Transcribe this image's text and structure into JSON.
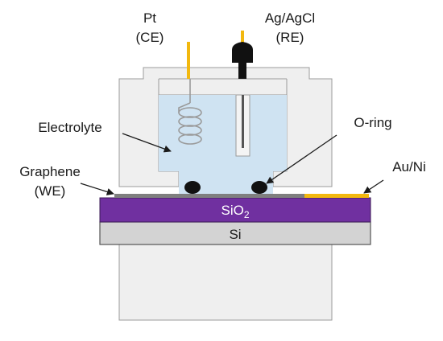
{
  "diagram": {
    "labels": {
      "pt_line1": "Pt",
      "pt_line2": "(CE)",
      "ref_line1": "Ag/AgCl",
      "ref_line2": "(RE)",
      "electrolyte": "Electrolyte",
      "oring": "O-ring",
      "graphene_line1": "Graphene",
      "graphene_line2": "(WE)",
      "auni": "Au/Ni",
      "sio2_main": "SiO",
      "sio2_sub": "2",
      "si": "Si"
    },
    "colors": {
      "cell_body": "#efefef",
      "cell_outline": "#9b9b9b",
      "electrolyte": "#cfe3f2",
      "sio2": "#7030a0",
      "si": "#d3d3d3",
      "graphene": "#7f7f7f",
      "gold_contact": "#f2b80f",
      "oring": "#111111",
      "ref_cap": "#111111",
      "arrow": "#1a1a1a"
    },
    "icons": [
      "coil-electrode-icon",
      "reference-electrode-icon",
      "o-ring-icon"
    ]
  }
}
